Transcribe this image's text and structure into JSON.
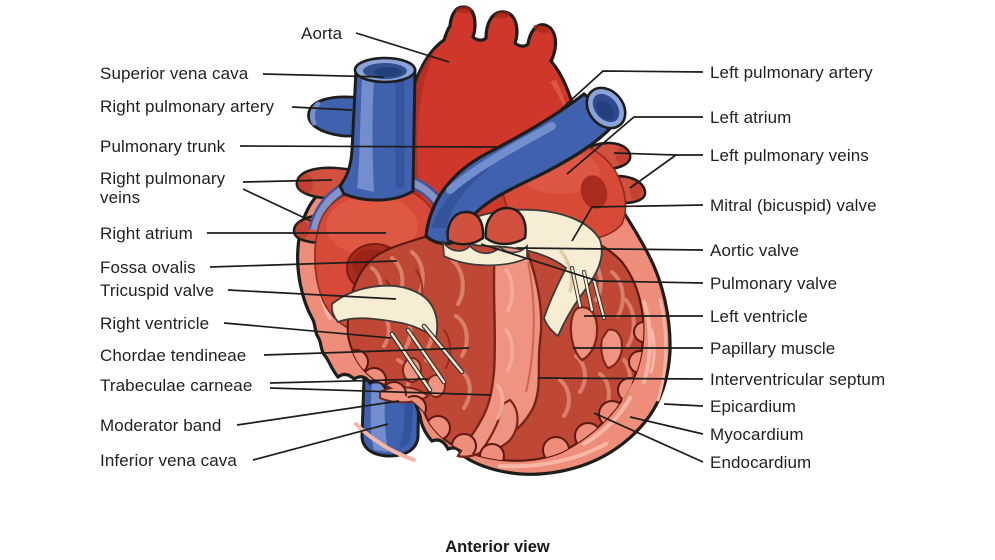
{
  "figure": {
    "caption": "Anterior view",
    "labels": {
      "left": [
        "Aorta",
        "Superior vena cava",
        "Right pulmonary artery",
        "Pulmonary trunk",
        "Right pulmonary veins",
        "Right atrium",
        "Fossa ovalis",
        "Tricuspid valve",
        "Right ventricle",
        "Chordae tendineae",
        "Trabeculae carneae",
        "Moderator band",
        "Inferior vena cava"
      ],
      "right": [
        "Left pulmonary artery",
        "Left atrium",
        "Left pulmonary veins",
        "Mitral (bicuspid) valve",
        "Aortic valve",
        "Pulmonary valve",
        "Left ventricle",
        "Papillary muscle",
        "Interventricular septum",
        "Epicardium",
        "Myocardium",
        "Endocardium"
      ]
    }
  },
  "palette": {
    "outline": "#1d1d1b",
    "red": "#cf372a",
    "red_dark": "#a8251a",
    "red_mid": "#d2503e",
    "atrium_red": "#d74a38",
    "atrium_hi": "#e2604c",
    "atrium_dark": "#a92c1f",
    "salmon": "#ee8d7a",
    "salmon_light": "#f8b7a6",
    "interior": "#bf4736",
    "interior_dark": "#8e2a1e",
    "interior_light": "#dd8670",
    "septum": "#ef9480",
    "cream": "#f7edd5",
    "cream_shadow": "#e0cda8",
    "blue": "#4061ae",
    "blue_dark": "#2c4a8c",
    "blue_deep": "#24407c",
    "blue_light": "#7f9ad4",
    "blue_rim": "#8ba3d8",
    "lilac": "#8693c8",
    "lilac_dark": "#44549a",
    "label_ink": "#231f20"
  }
}
